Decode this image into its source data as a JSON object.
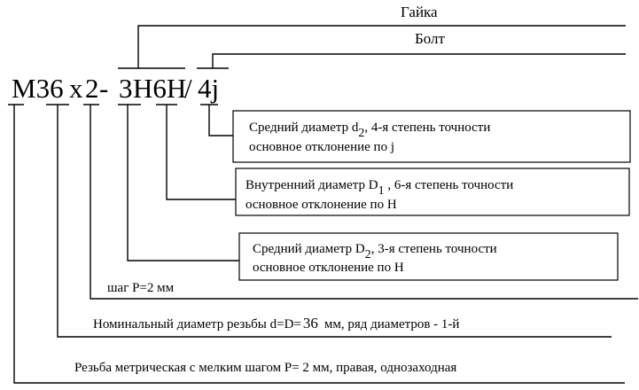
{
  "designation": {
    "m36": "М36",
    "x": "х",
    "two": "2",
    "dash": "-",
    "three": "3",
    "h6h": "Н6Н",
    "slash": "/",
    "fourj": "4j"
  },
  "labels": {
    "nut": "Гайка",
    "bolt": "Болт"
  },
  "box1": {
    "line1_pre": "Средний диаметр d",
    "line1_sub": "2",
    "line1_post": ", 4-я степень точности",
    "line2": "основное отклонение по j"
  },
  "box2": {
    "line1_pre": "Внутренний диаметр D",
    "line1_sub": "1",
    "line1_post": " , 6-я степень точности",
    "line2": "основное отклонение по Н"
  },
  "box3": {
    "line1_pre": "Средний диаметр D",
    "line1_sub": "2",
    "line1_post": ", 3-я степень точности",
    "line2": "основное отклонение по Н"
  },
  "pitch": {
    "text": "шаг Р=2 мм"
  },
  "nominal": {
    "pre": "Номинальный диаметр резьбы d=D=",
    "value": "36",
    "post": "мм, ряд диаметров - 1-й"
  },
  "thread_type": {
    "text": "Резьба метрическая с  мелким  шагом Р= 2 мм, правая, однозаходная"
  }
}
